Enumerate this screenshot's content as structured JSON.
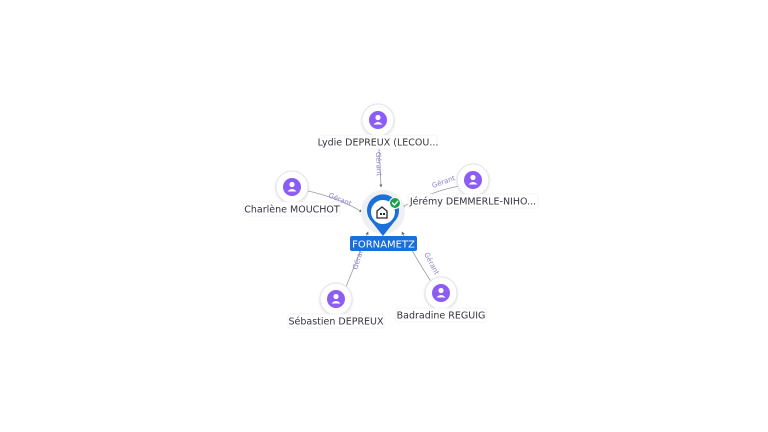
{
  "company": {
    "name": "FORNAMETZ",
    "verified": true,
    "icon": "building-icon",
    "badge_icon": "check-icon",
    "color": "#1a6fd8",
    "badge_color": "#1e9e4f"
  },
  "relation_label": "Gérant",
  "person_icon": "person-icon",
  "person_color": "#8b5cf6",
  "people": [
    {
      "name": "Lydie DEPREUX (LECOU...",
      "relation": "Gérant"
    },
    {
      "name": "Jérémy DEMMERLE-NIHO...",
      "relation": "Gérant"
    },
    {
      "name": "Charlène MOUCHOT",
      "relation": "Gérant"
    },
    {
      "name": "Sébastien DEPREUX",
      "relation": "Gérant"
    },
    {
      "name": "Badradine REGUIG",
      "relation": "Gérant"
    }
  ]
}
